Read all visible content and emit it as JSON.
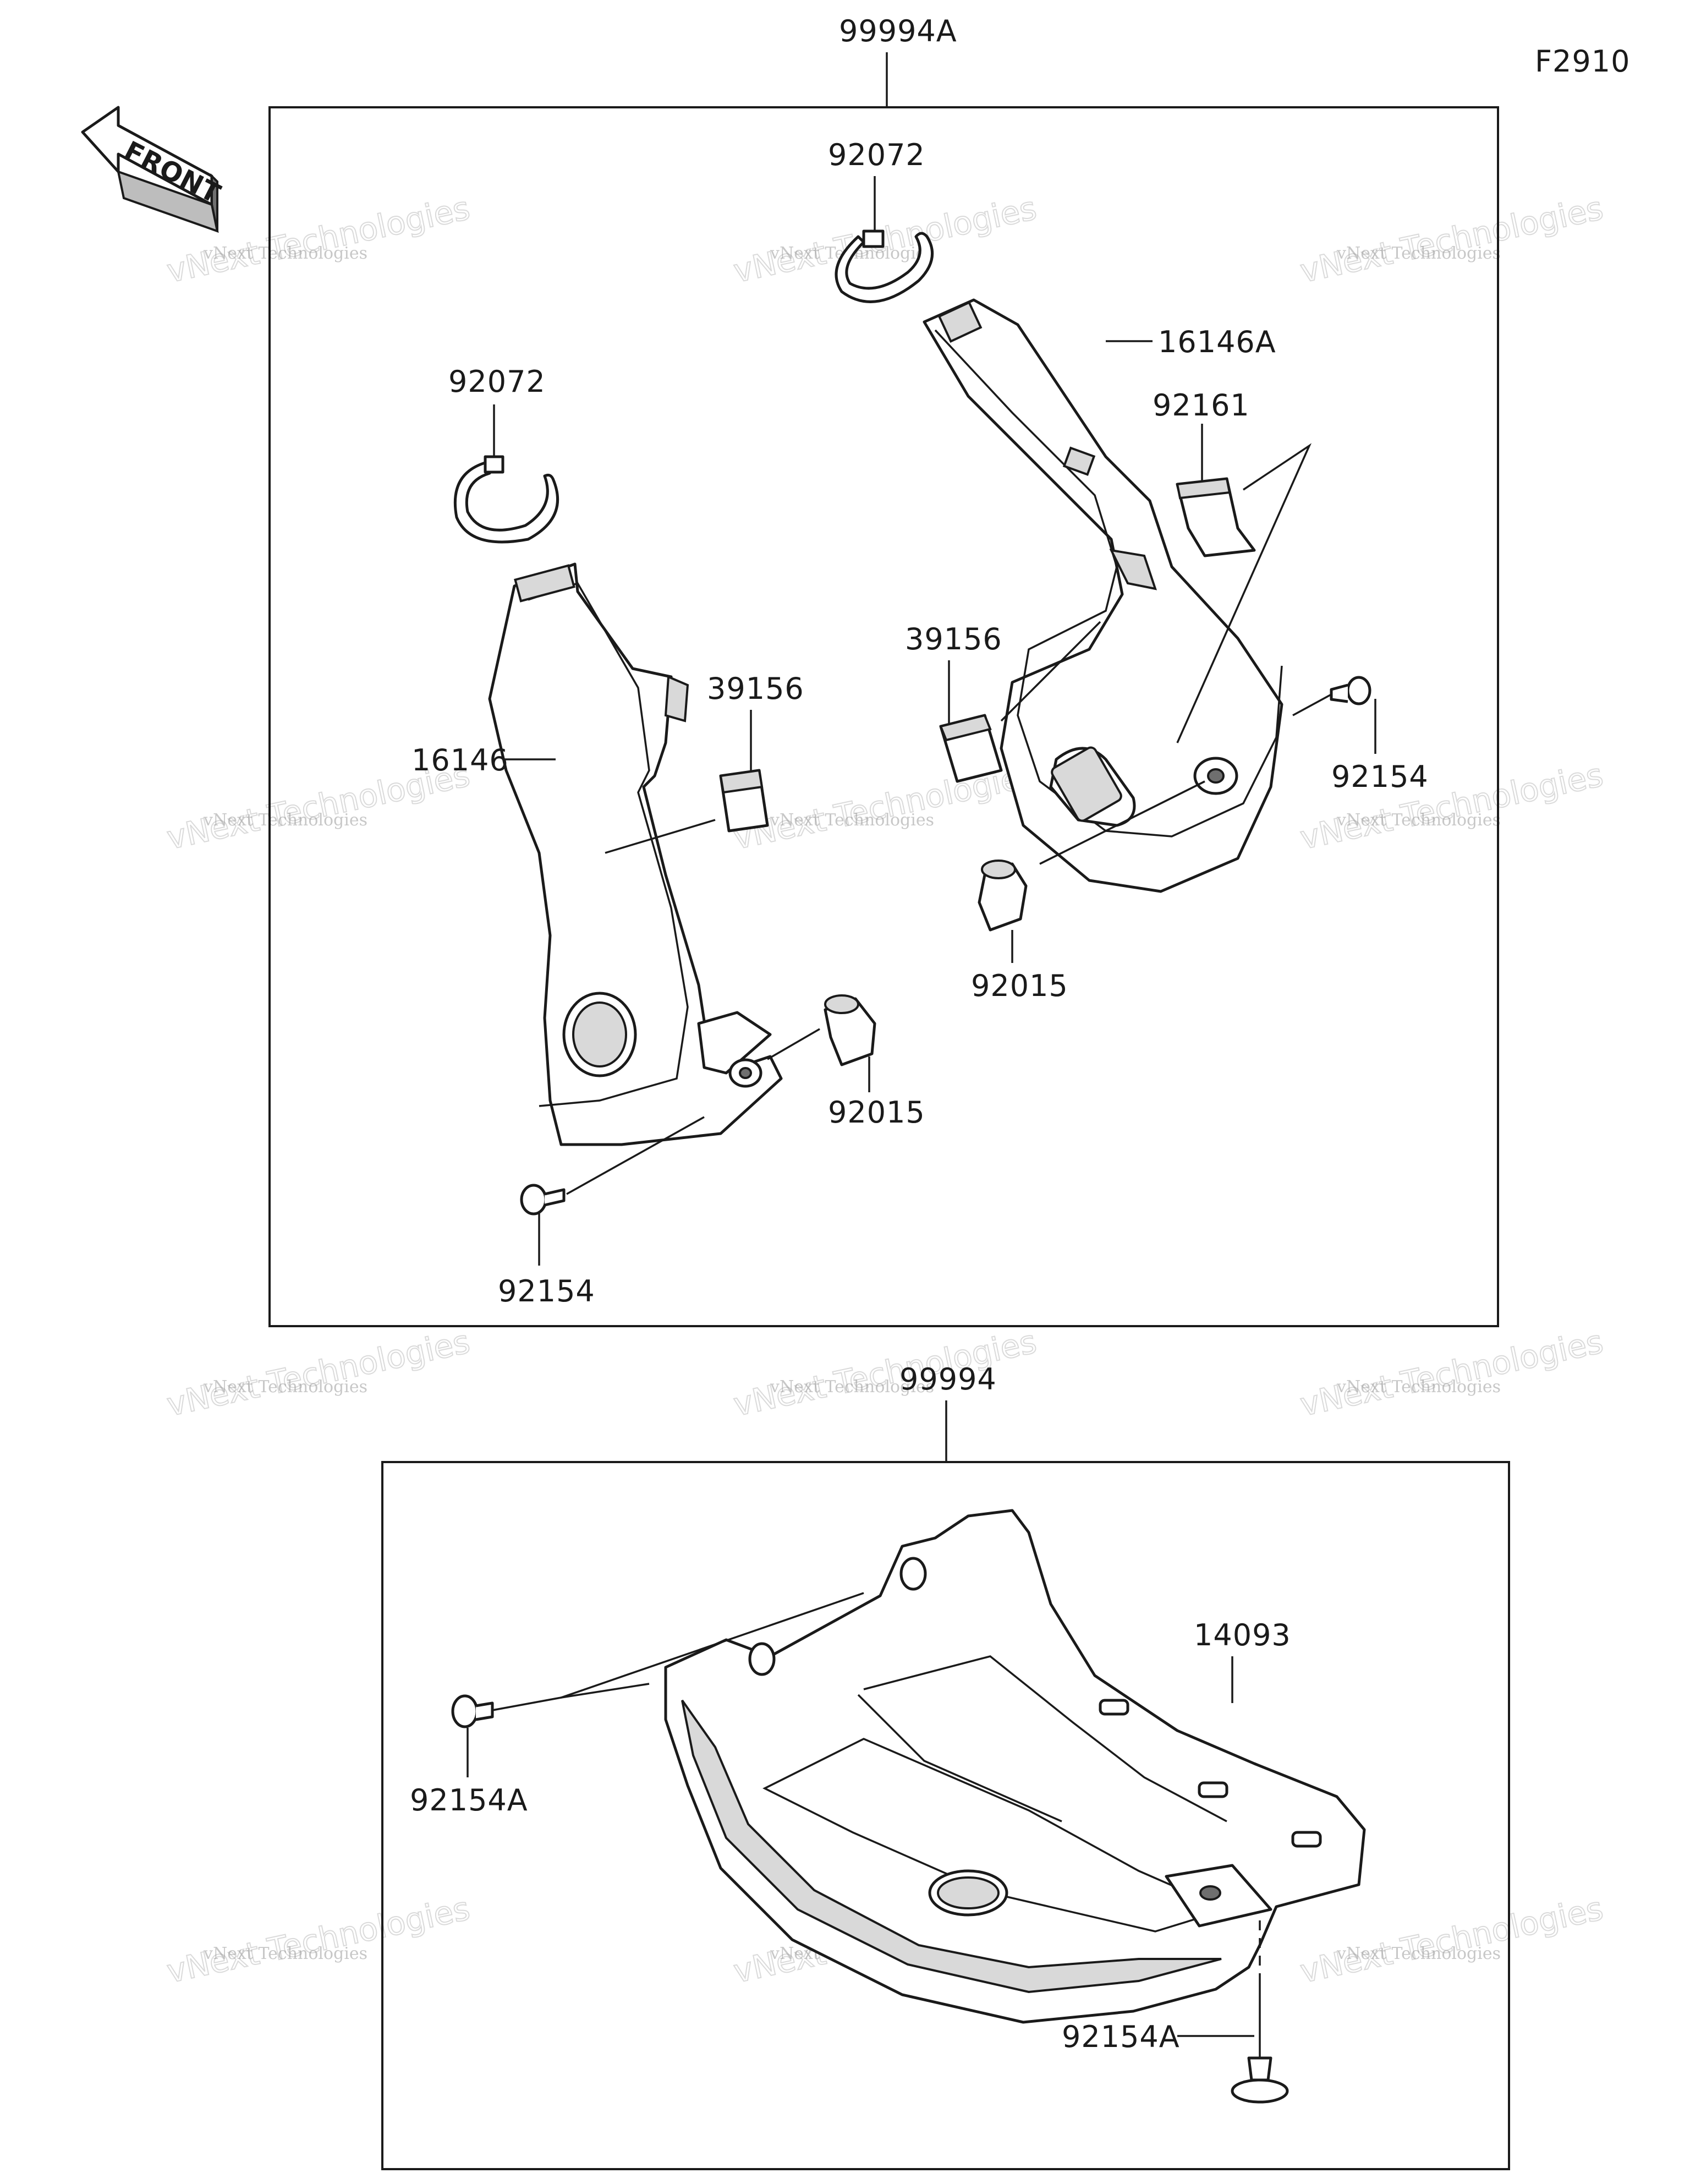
{
  "figure_code": "F2910",
  "direction_label": "FRONT",
  "assemblies": [
    {
      "code": "99994A"
    },
    {
      "code": "99994"
    }
  ],
  "parts": {
    "p92072_right": "92072",
    "p92072_left": "92072",
    "p16146A": "16146A",
    "p92161": "92161",
    "p39156_right": "39156",
    "p39156_left": "39156",
    "p16146": "16146",
    "p92154_right": "92154",
    "p92015_right": "92015",
    "p92015_left": "92015",
    "p92154_left": "92154",
    "p14093": "14093",
    "p92154A_left": "92154A",
    "p92154A_bottom": "92154A"
  },
  "watermark": {
    "line1": "vNext Technologies",
    "line2": "vNext Technologies"
  },
  "colors": {
    "line": "#1a1a1a",
    "shade": "#d9d9d9",
    "watermark": "#9a9a9a"
  }
}
